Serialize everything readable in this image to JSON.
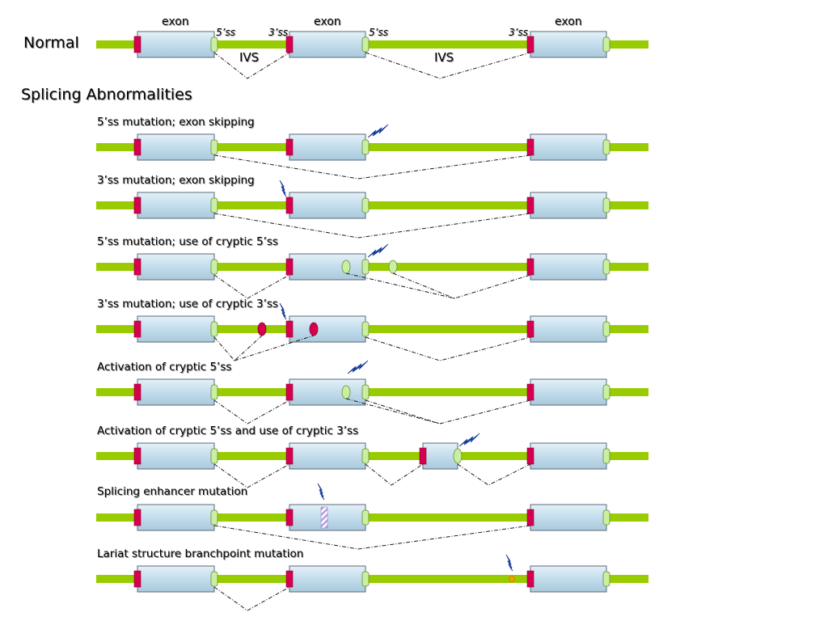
{
  "diagram": {
    "normal_label": "Normal",
    "abnormal_label": "Splicing Abnormalities",
    "exon_labels": [
      "exon",
      "exon",
      "exon"
    ],
    "splice_site_labels": [
      "5’ss",
      "3’ss",
      "5’ss",
      "3’ss"
    ],
    "intron_labels": [
      "IVS",
      "IVS"
    ],
    "rows": [
      {
        "title": "5’ss mutation; exon skipping"
      },
      {
        "title": "3’ss mutation; exon skipping"
      },
      {
        "title": "5’ss mutation; use of cryptic 5’ss"
      },
      {
        "title": "3’ss mutation; use of cryptic 3’ss"
      },
      {
        "title": "Activation of cryptic 5’ss"
      },
      {
        "title": "Activation of cryptic 5’ss and use of cryptic 3’ss"
      },
      {
        "title": "Splicing enhancer mutation"
      },
      {
        "title": "Lariat structure branchpoint mutation"
      }
    ],
    "colors": {
      "intron_line": "#99cc00",
      "exon_fill": "#c6dfee",
      "exon_border": "#5a6a78",
      "site_3ss": "#d6004f",
      "site_5ss": "#c9efa0",
      "mutation_bolt": "#1a5fe0",
      "branchpoint": "#ff9900"
    }
  }
}
